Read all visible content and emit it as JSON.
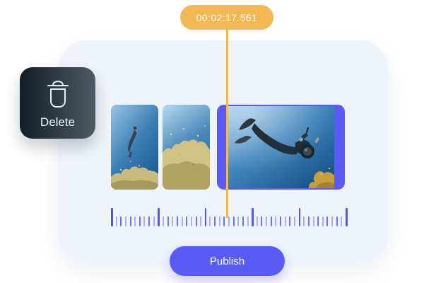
{
  "colors": {
    "page_bg": "#ffffff",
    "card_bg": "#eff3fa",
    "accent_orange": "#f2b855",
    "accent_purple": "#5a5bf7",
    "ruler_major": "#5156e4",
    "ruler_minor_dark": "#6d72ea",
    "ruler_minor_light": "#abb0f4",
    "delete_bg_start": "#131d28",
    "delete_bg_end": "#4e5a64"
  },
  "playhead": {
    "timestamp": "00:02:17.561"
  },
  "delete_button": {
    "label": "Delete",
    "icon": "trash-icon"
  },
  "publish_button": {
    "label": "Publish"
  },
  "timeline": {
    "clips": [
      {
        "id": "clip-1",
        "description": "freediver descending over reef",
        "selected": false
      },
      {
        "id": "clip-2",
        "description": "coral reef closeup",
        "selected": false
      },
      {
        "id": "clip-3",
        "description": "scuba diver with camera",
        "selected": true
      }
    ],
    "ruler": {
      "major_count": 6,
      "minors_per_interval": 9
    }
  }
}
